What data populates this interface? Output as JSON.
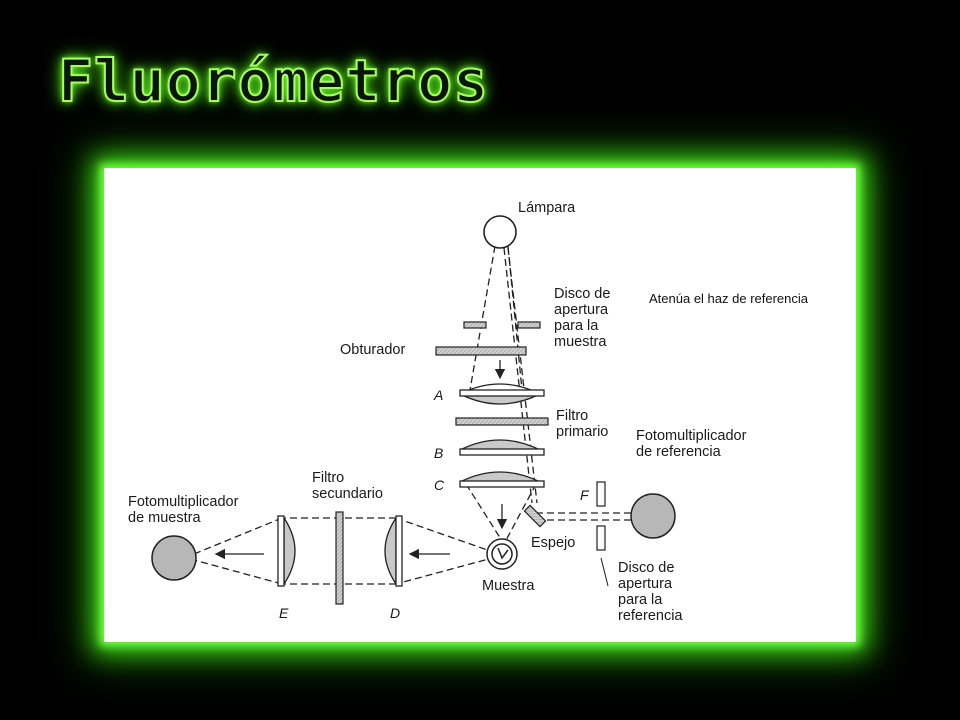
{
  "slide": {
    "title": "Fluorómetros"
  },
  "diagram": {
    "labels": {
      "lampara": "Lámpara",
      "disco_muestra": "Disco de\napertura\npara la\nmuestra",
      "obturador": "Obturador",
      "filtro_primario": "Filtro\nprimario",
      "fotomult_referencia": "Fotomultiplicador\nde referencia",
      "filtro_secundario": "Filtro\nsecundario",
      "fotomult_muestra": "Fotomultiplicador\nde muestra",
      "espejo": "Espejo",
      "muestra": "Muestra",
      "disco_referencia": "Disco de\napertura\npara la\nreferencia"
    },
    "letters": {
      "a": "A",
      "b": "B",
      "c": "C",
      "d": "D",
      "e": "E",
      "f": "F"
    },
    "annotation": "Atenúa el haz de referencia"
  }
}
